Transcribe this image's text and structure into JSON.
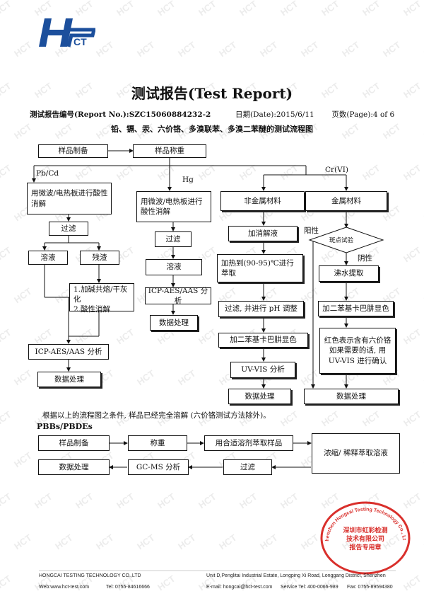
{
  "watermark": "HCT",
  "logo": {
    "text": "HCT"
  },
  "title": "测试报告(Test Report)",
  "meta": {
    "report_no_label": "测试报告编号(Report No.):",
    "report_no": "SZC15060884232-2",
    "date_label": "日期(Date):",
    "date": "2015/6/11",
    "page_label": "页数(Page):",
    "page": "4 of 6"
  },
  "subtitle": "铅、镉、汞、六价铬、多溴联苯、多溴二苯醚的测试流程图",
  "flow": {
    "sample_prep": "样品制备",
    "sample_weigh": "样品称重",
    "lbl_pbcd": "Pb/Cd",
    "lbl_hg": "Hg",
    "lbl_cr": "Cr(VI)",
    "pbcd_digest": "用微波/电热板进行酸性消解",
    "pbcd_filter": "过滤",
    "pbcd_solution": "溶液",
    "pbcd_residue": "残渣",
    "pbcd_residue_steps": [
      "1.加碱共熔/干灰化",
      "2.酸性消解"
    ],
    "pbcd_icp": "ICP-AES/AAS 分析",
    "pbcd_data": "数据处理",
    "hg_digest": "用微波/电热板进行酸性消解",
    "hg_filter": "过滤",
    "hg_solution": "溶液",
    "hg_icp": "ICP-AES/AAS 分析",
    "hg_data": "数据处理",
    "cr_nonmetal": "非金属材料",
    "cr_metal": "金属材料",
    "cr_add_digest": "加消解液",
    "cr_heat": "加热到(90-95)℃进行萃取",
    "cr_filter_ph": "过滤, 并进行 pH 调整",
    "cr_color1": "加二苯基卡巴肼显色",
    "cr_uvvis": "UV-VIS 分析",
    "cr_data1": "数据处理",
    "cr_positive": "阳性",
    "cr_spot": "斑点试验",
    "cr_negative": "阴性",
    "cr_boil": "沸水提取",
    "cr_color2": "加二苯基卡巴肼显色",
    "cr_confirm": "红色表示含有六价铬如果需要的话, 用 UV-VIS 进行确认",
    "cr_data2": "数据处理"
  },
  "note": "根据以上的流程图之条件, 样品已经完全溶解 (六价铬测试方法除外)。",
  "pbb": {
    "heading": "PBBs/PBDEs",
    "prep": "样品制备",
    "weigh": "称重",
    "extract": "用合适溶剂萃取样品",
    "concentrate": "浓缩/ 稀释萃取溶液",
    "filter": "过滤",
    "gcms": "GC-MS 分析",
    "data": "数据处理"
  },
  "seal": {
    "ring_text": "Shenzhen Hongcai Testing Technology Co., Ltd.",
    "center_lines": [
      "深圳市虹彩检测",
      "技术有限公司",
      "报告专用章"
    ],
    "color": "#d9302c"
  },
  "footer": {
    "company": "HONGCAI TESTING TECHNOLOGY CO.,LTD",
    "address": "Unit D,Penglitai Industrial Estate, Longping Xi Road, Longgang District, Shenzhen",
    "web": "Web:www.hct-test.com",
    "tel": "Tel: 0755-84616666",
    "email": "E-mail: hongcai@hct-test.com",
    "service_tel": "Service Tel: 400-0066-989",
    "fax": "Fax: 0755-89594380"
  }
}
